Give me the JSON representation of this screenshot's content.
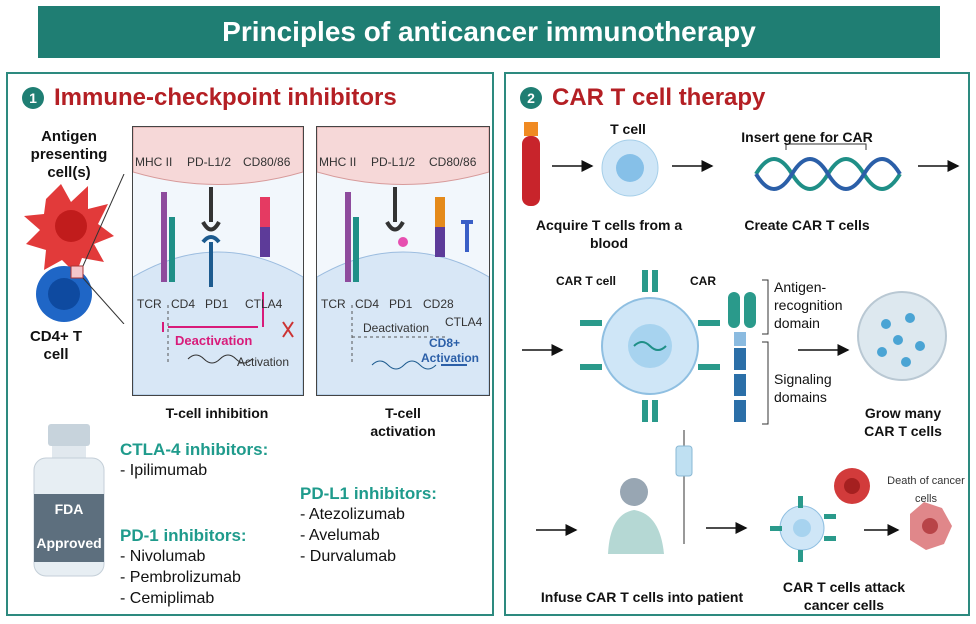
{
  "title": "Principles of anticancer immunotherapy",
  "panel1": {
    "number": "1",
    "title": "Immune-checkpoint inhibitors",
    "apc_label": "Antigen presenting cell(s)",
    "tcell_label": "CD4+ T cell",
    "inhibition": {
      "receptors_top": [
        "MHC II",
        "PD-L1/2",
        "CD80/86"
      ],
      "receptors_bottom": [
        "TCR",
        "CD4",
        "PD1",
        "CTLA4"
      ],
      "deactivation": "Deactivation",
      "activation": "Activation",
      "caption": "T-cell inhibition"
    },
    "activation": {
      "receptors_top": [
        "MHC II",
        "PD-L1/2",
        "CD80/86"
      ],
      "receptors_bottom": [
        "TCR",
        "CD4",
        "PD1",
        "CD28"
      ],
      "ctla4": "CTLA4",
      "deactivation": "Deactivation",
      "cd8": "CD8+",
      "activation": "Activation",
      "caption": "T-cell activation"
    },
    "vial": {
      "line1": "FDA",
      "line2": "Approved"
    },
    "ctla4_inhibitors": {
      "heading": "CTLA-4 inhibitors:",
      "drugs": [
        "- Ipilimumab"
      ]
    },
    "pd1_inhibitors": {
      "heading": "PD-1 inhibitors:",
      "drugs": [
        "- Nivolumab",
        "- Pembrolizumab",
        "- Cemiplimab"
      ]
    },
    "pdl1_inhibitors": {
      "heading": "PD-L1 inhibitors:",
      "drugs": [
        "- Atezolizumab",
        "- Avelumab",
        "- Durvalumab"
      ]
    }
  },
  "panel2": {
    "number": "2",
    "title": "CAR T cell therapy",
    "tcell": "T cell",
    "insert_gene": "Insert gene for CAR",
    "acquire": "Acquire T cells from a blood",
    "create": "Create CAR T cells",
    "car_t_cell": "CAR T cell",
    "car": "CAR",
    "antigen_domain": "Antigen-recognition domain",
    "signaling": "Signaling domains",
    "grow": "Grow many CAR T cells",
    "infuse": "Infuse CAR T cells into patient",
    "attack": "CAR T cells attack cancer cells",
    "death": "Death of cancer cells"
  },
  "colors": {
    "banner": "#1f7e73",
    "accent_red": "#b41f24",
    "teal_text": "#1f9b8c",
    "magenta": "#d81b7a",
    "blue": "#2b5fa8"
  }
}
